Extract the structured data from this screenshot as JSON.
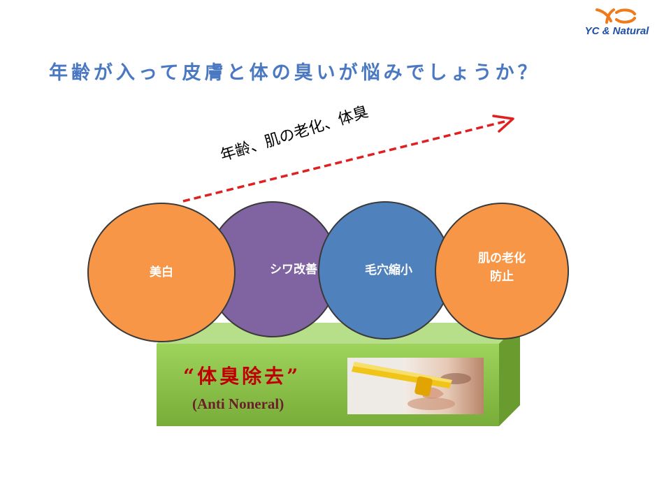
{
  "brand": {
    "name": "YC & Natural",
    "colors": {
      "accent": "#f07a1a",
      "text": "#1f4fa8"
    }
  },
  "page": {
    "title": "年齢が入って皮膚と体の臭いが悩みでしょうか？"
  },
  "trend": {
    "label": "年齢、肌の老化、体臭",
    "arrow_color": "#e02020"
  },
  "circles": [
    {
      "label": "美白",
      "color": "#f79646"
    },
    {
      "label": "シワ改善",
      "color": "#8064a2"
    },
    {
      "label": "毛穴縮小",
      "color": "#4f81bd"
    },
    {
      "label": "肌の老化\n防止",
      "color": "#f79646"
    }
  ],
  "base": {
    "title": "“体臭除去”",
    "subtitle": "(Anti Noneral)",
    "color": "#92d050",
    "photo_icon": "nose-pinch-photo"
  }
}
